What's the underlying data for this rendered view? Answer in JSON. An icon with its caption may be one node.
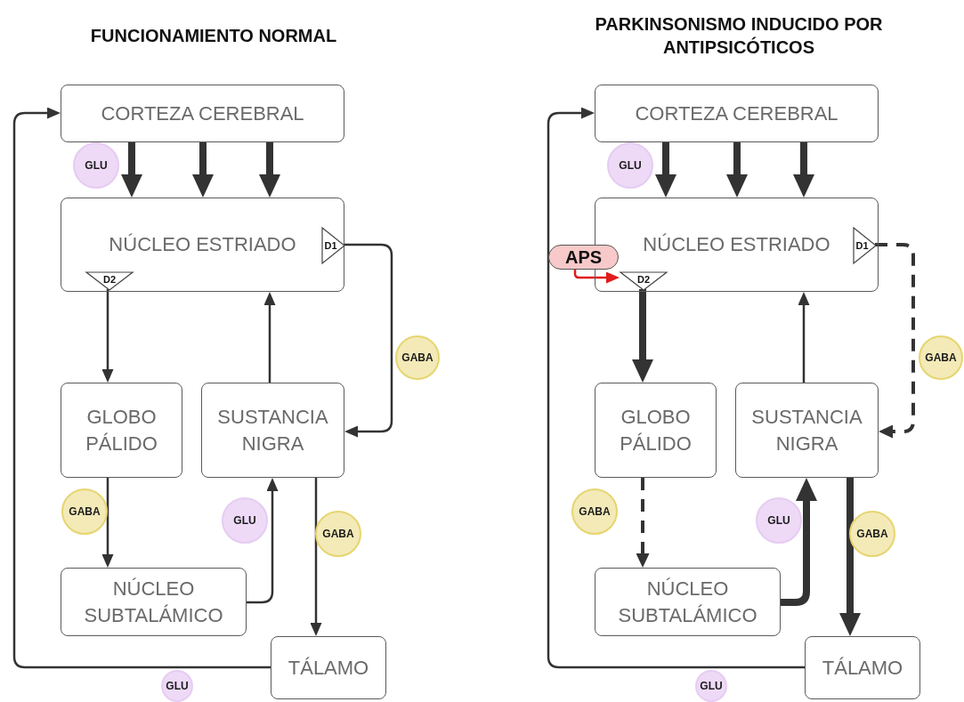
{
  "diagram": {
    "nodes": [
      {
        "text": [
          "CORTEZA CEREBRAL"
        ]
      },
      {
        "text": [
          "NÚCLEO ESTRIADO"
        ]
      },
      {
        "text": [
          "D1"
        ],
        "in": 1
      },
      {
        "text": [
          "D2"
        ],
        "in": 1
      },
      {
        "text": [
          "GLOBO PÁLIDO"
        ]
      },
      {
        "text": [
          "SUSTANCIA NIGRA"
        ]
      },
      {
        "text": [
          "NÚCLEO SUBTALÁMICO"
        ]
      },
      {
        "text": [
          "TÁLAMO"
        ]
      },
      {
        "text": [
          "GLU"
        ]
      },
      {
        "text": [
          "GABA"
        ]
      },
      {
        "text": [
          "GABA"
        ]
      },
      {
        "text": [
          "GLU"
        ]
      },
      {
        "text": [
          "GABA"
        ]
      },
      {
        "text": [
          "GLU"
        ]
      },
      {
        "text": [
          "CORTEZA CEREBRAL"
        ]
      },
      {
        "text": [
          "NÚCLEO ESTRIADO"
        ]
      },
      {
        "text": [
          "D1"
        ],
        "in": 15
      },
      {
        "text": [
          "D2"
        ],
        "in": 15
      },
      {
        "text": [
          "GLOBO PÁLIDO"
        ]
      },
      {
        "text": [
          "SUSTANCIA NIGRA"
        ]
      },
      {
        "text": [
          "NÚCLEO SUBTALÁMICO"
        ]
      },
      {
        "text": [
          "TÁLAMO"
        ]
      },
      {
        "text": [
          "GLU"
        ]
      },
      {
        "text": [
          "GABA"
        ]
      },
      {
        "text": [
          "GABA"
        ]
      },
      {
        "text": [
          "GLU"
        ]
      },
      {
        "text": [
          "GABA"
        ]
      },
      {
        "text": [
          "GLU"
        ]
      },
      {
        "text": [
          "APS"
        ]
      }
    ],
    "edges": [
      {
        "from": 0,
        "to": 1,
        "arrow": "to",
        "style": "thick"
      },
      {
        "from": 0,
        "to": 1,
        "arrow": "to",
        "style": "thick"
      },
      {
        "from": 0,
        "to": 1,
        "arrow": "to",
        "style": "thick"
      },
      {
        "from": 2,
        "to": 5,
        "arrow": "to"
      },
      {
        "from": 3,
        "to": 4,
        "arrow": "to"
      },
      {
        "from": 5,
        "to": 1,
        "arrow": "to"
      },
      {
        "from": 4,
        "to": 6,
        "arrow": "to"
      },
      {
        "from": 6,
        "to": 5,
        "arrow": "to"
      },
      {
        "from": 5,
        "to": 7,
        "arrow": "to"
      },
      {
        "from": 7,
        "to": 0,
        "arrow": "to"
      },
      {
        "from": 14,
        "to": 15,
        "arrow": "to",
        "style": "thick"
      },
      {
        "from": 14,
        "to": 15,
        "arrow": "to",
        "style": "thick"
      },
      {
        "from": 14,
        "to": 15,
        "arrow": "to",
        "style": "thick"
      },
      {
        "from": 16,
        "to": 19,
        "arrow": "to",
        "style": "dashed"
      },
      {
        "from": 17,
        "to": 18,
        "arrow": "to",
        "style": "thick"
      },
      {
        "from": 19,
        "to": 15,
        "arrow": "to"
      },
      {
        "from": 18,
        "to": 20,
        "arrow": "to",
        "style": "dashed"
      },
      {
        "from": 20,
        "to": 19,
        "arrow": "to",
        "style": "thick"
      },
      {
        "from": 19,
        "to": 21,
        "arrow": "to",
        "style": "thick"
      },
      {
        "from": 21,
        "to": 14,
        "arrow": "to"
      },
      {
        "from": 28,
        "to": 17,
        "arrow": "to",
        "color": "#e01b1b"
      }
    ],
    "labels": [
      "FUNCIONAMIENTO NORMAL",
      "PARKINSONISMO INDUCIDO POR ANTIPSICÓTICOS"
    ]
  }
}
